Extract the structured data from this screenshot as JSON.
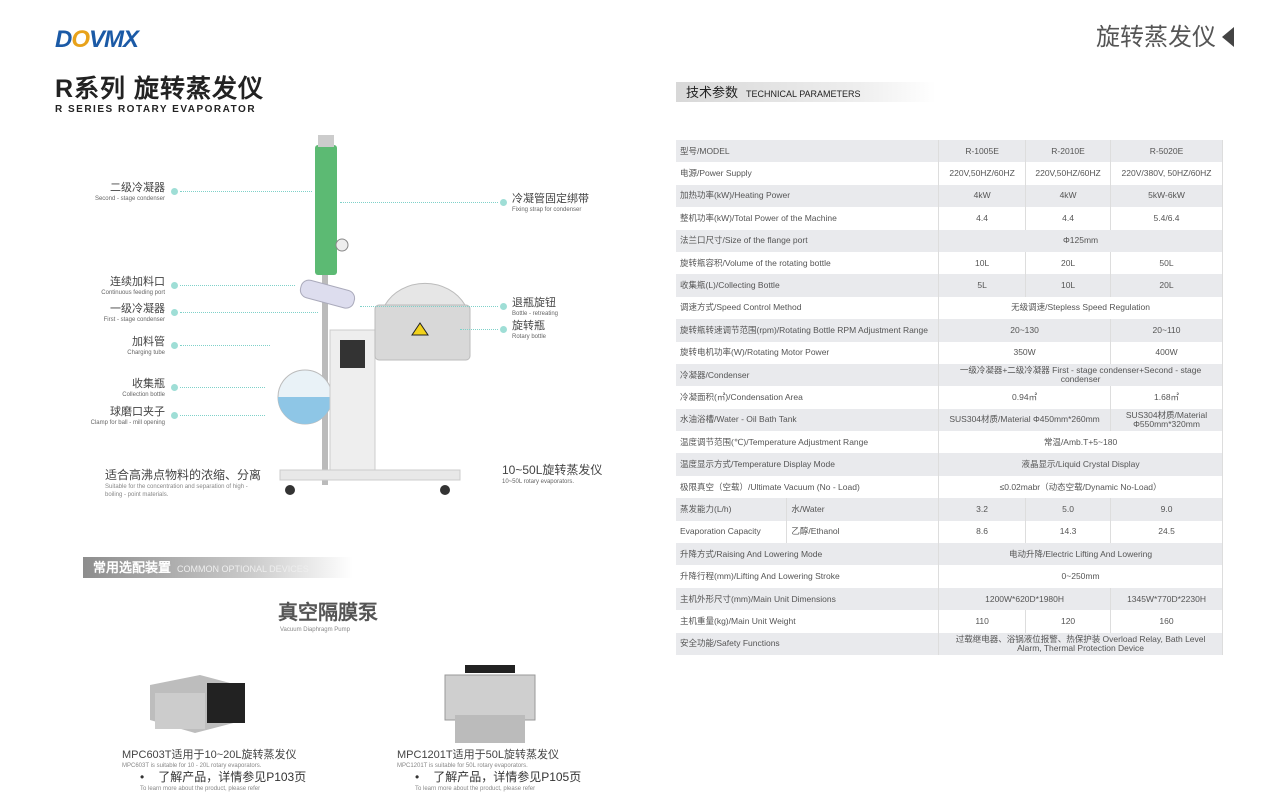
{
  "logo": "DOVMX",
  "header": {
    "title": "旋转蒸发仪"
  },
  "left": {
    "title": "R系列 旋转蒸发仪",
    "subtitle": "R SERIES ROTARY EVAPORATOR",
    "callouts_left": [
      {
        "cn": "二级冷凝器",
        "en": "Second - stage condenser"
      },
      {
        "cn": "连续加料口",
        "en": "Continuous feeding port"
      },
      {
        "cn": "一级冷凝器",
        "en": "First - stage condenser"
      },
      {
        "cn": "加料管",
        "en": "Charging tube"
      },
      {
        "cn": "收集瓶",
        "en": "Collection bottle"
      },
      {
        "cn": "球磨口夹子",
        "en": "Clamp for ball - mill opening"
      }
    ],
    "callouts_right": [
      {
        "cn": "冷凝管固定绑带",
        "en": "Fixing strap for condenser"
      },
      {
        "cn": "退瓶旋钮",
        "en": "Bottle - retreating"
      },
      {
        "cn": "旋转瓶",
        "en": "Rotary bottle"
      }
    ],
    "caption_left": {
      "cn": "适合高沸点物料的浓缩、分离",
      "en": "Suitable for the concentration and separation of high - boiling - point materials."
    },
    "caption_right": {
      "cn": "10~50L旋转蒸发仪",
      "en": "10~50L rotary evaporators."
    },
    "optional": {
      "cn": "常用选配装置",
      "en": "COMMON OPTIONAL DEVICES"
    },
    "pump_title": {
      "cn": "真空隔膜泵",
      "en": "Vacuum Diaphragm Pump"
    },
    "pumps": [
      {
        "cn": "MPC603T适用于10~20L旋转蒸发仪",
        "en": "MPC603T is suitable for 10 - 20L rotary evaporators.",
        "ref": "了解产品，详情参见P103页",
        "ref_en": "To learn more about the product, please refer"
      },
      {
        "cn": "MPC1201T适用于50L旋转蒸发仪",
        "en": "MPC1201T is suitable for 50L rotary evaporators.",
        "ref": "了解产品，详情参见P105页",
        "ref_en": "To learn more about the product, please refer"
      }
    ]
  },
  "params": {
    "title": "技术参数",
    "title_en": "TECHNICAL PARAMETERS",
    "header": [
      "型号/MODEL",
      "R-1005E",
      "R-2010E",
      "R-5020E"
    ],
    "rows": [
      [
        "电源/Power Supply",
        "220V,50HZ/60HZ",
        "220V,50HZ/60HZ",
        "220V/380V, 50HZ/60HZ"
      ],
      [
        "加热功率(kW)/Heating Power",
        "4kW",
        "4kW",
        "5kW-6kW"
      ],
      [
        "整机功率(kW)/Total Power of the Machine",
        "4.4",
        "4.4",
        "5.4/6.4"
      ],
      [
        "法兰口尺寸/Size of the flange port",
        "Φ125mm"
      ],
      [
        "旋转瓶容积/Volume of the rotating bottle",
        "10L",
        "20L",
        "50L"
      ],
      [
        "收集瓶(L)/Collecting Bottle",
        "5L",
        "10L",
        "20L"
      ],
      [
        "调速方式/Speed Control Method",
        "无级调速/Stepless Speed Regulation"
      ],
      [
        "旋转瓶转速调节范围(rpm)/Rotating Bottle RPM Adjustment Range",
        "20~130",
        "20~110"
      ],
      [
        "旋转电机功率(W)/Rotating Motor Power",
        "350W",
        "400W"
      ],
      [
        "冷凝器/Condenser",
        "一级冷凝器+二级冷凝器 First - stage condenser+Second - stage condenser"
      ],
      [
        "冷凝面积(㎡)/Condensation Area",
        "0.94㎡",
        "1.68㎡"
      ],
      [
        "水油浴槽/Water - Oil Bath Tank",
        "SUS304材质/Material Φ450mm*260mm",
        "SUS304材质/Material Φ550mm*320mm"
      ],
      [
        "温度调节范围(℃)/Temperature Adjustment Range",
        "常温/Amb.T+5~180"
      ],
      [
        "温度显示方式/Temperature Display Mode",
        "液晶显示/Liquid Crystal Display"
      ],
      [
        "极限真空（空载）/Ultimate Vacuum (No - Load)",
        "≤0.02mabr（动态空载/Dynamic No-Load）"
      ]
    ],
    "evap": {
      "label_cn": "蒸发能力(L/h)",
      "label_en": "Evaporation Capacity",
      "water": [
        "水/Water",
        "3.2",
        "5.0",
        "9.0"
      ],
      "ethanol": [
        "乙醇/Ethanol",
        "8.6",
        "14.3",
        "24.5"
      ]
    },
    "rows2": [
      [
        "升降方式/Raising And Lowering Mode",
        "电动升降/Electric Lifting And Lowering"
      ],
      [
        "升降行程(mm)/Lifting And Lowering Stroke",
        "0~250mm"
      ],
      [
        "主机外形尺寸(mm)/Main Unit Dimensions",
        "1200W*620D*1980H",
        "1345W*770D*2230H"
      ],
      [
        "主机重量(kg)/Main Unit Weight",
        "110",
        "120",
        "160"
      ],
      [
        "安全功能/Safety Functions",
        "过载继电器、浴锅液位报警、热保护装 Overload Relay, Bath Level Alarm, Thermal Protection Device"
      ]
    ]
  }
}
